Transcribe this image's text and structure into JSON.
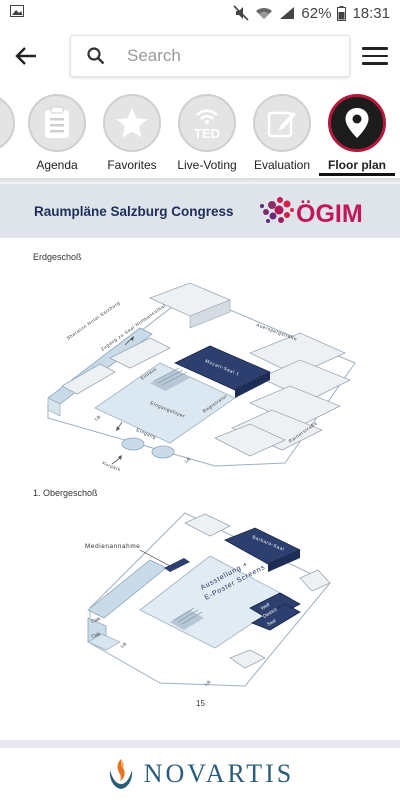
{
  "status_bar": {
    "battery": "62%",
    "time": "18:31"
  },
  "app_bar": {
    "search_placeholder": "Search"
  },
  "tabs": [
    {
      "label": "Agenda",
      "icon": "clipboard-icon",
      "active": false
    },
    {
      "label": "Favorites",
      "icon": "star-icon",
      "active": false
    },
    {
      "label": "Live-Voting",
      "icon": "ted-wifi-icon",
      "active": false
    },
    {
      "label": "Evaluation",
      "icon": "edit-note-icon",
      "active": false
    },
    {
      "label": "Floor plan",
      "icon": "location-pin-icon",
      "active": true
    }
  ],
  "colors": {
    "accent": "#b5173d",
    "banner_bg": "#dfe3ea",
    "banner_text": "#1d2f5a",
    "room_dark": "#2c3f6e",
    "glass": "#c9dbe8",
    "brand": "#2b5d7a"
  },
  "banner": {
    "title": "Raumpläne Salzburg Congress",
    "logo_text": "ÖGIM"
  },
  "floorplan": {
    "ground_floor": {
      "heading": "Erdgeschoß",
      "labels": {
        "sheraton": "Sheraton Hotel Salzburg",
        "zugang": "Zugang zu Saal Hofmannsthal",
        "auersperg": "Auerspergstraße",
        "mozart": "Mozart-Saal 1",
        "einlass": "Einlass",
        "eingangsfoyer": "Eingangsfoyer",
        "registratur": "Registratur",
        "lift": "Lift",
        "eingang": "Eingang",
        "rainerstrasse": "Rainerstraße",
        "kurpark": "Kurpark"
      }
    },
    "first_floor": {
      "heading": "1. Obergeschoß",
      "labels": {
        "medienannahme": "Medienannahme",
        "barbara": "Barbara-Saal",
        "ausstellung_1": "Ausstellung +",
        "ausstellung_2": "E-Poster Screens",
        "wolf_1": "Wolf",
        "wolf_2": "Dietrich",
        "wolf_3": "Saal",
        "cafe_1": "Café",
        "cafe_2": "Café",
        "lift": "Lift"
      }
    },
    "page_number": "15"
  },
  "footer": {
    "brand": "NOVARTIS"
  }
}
